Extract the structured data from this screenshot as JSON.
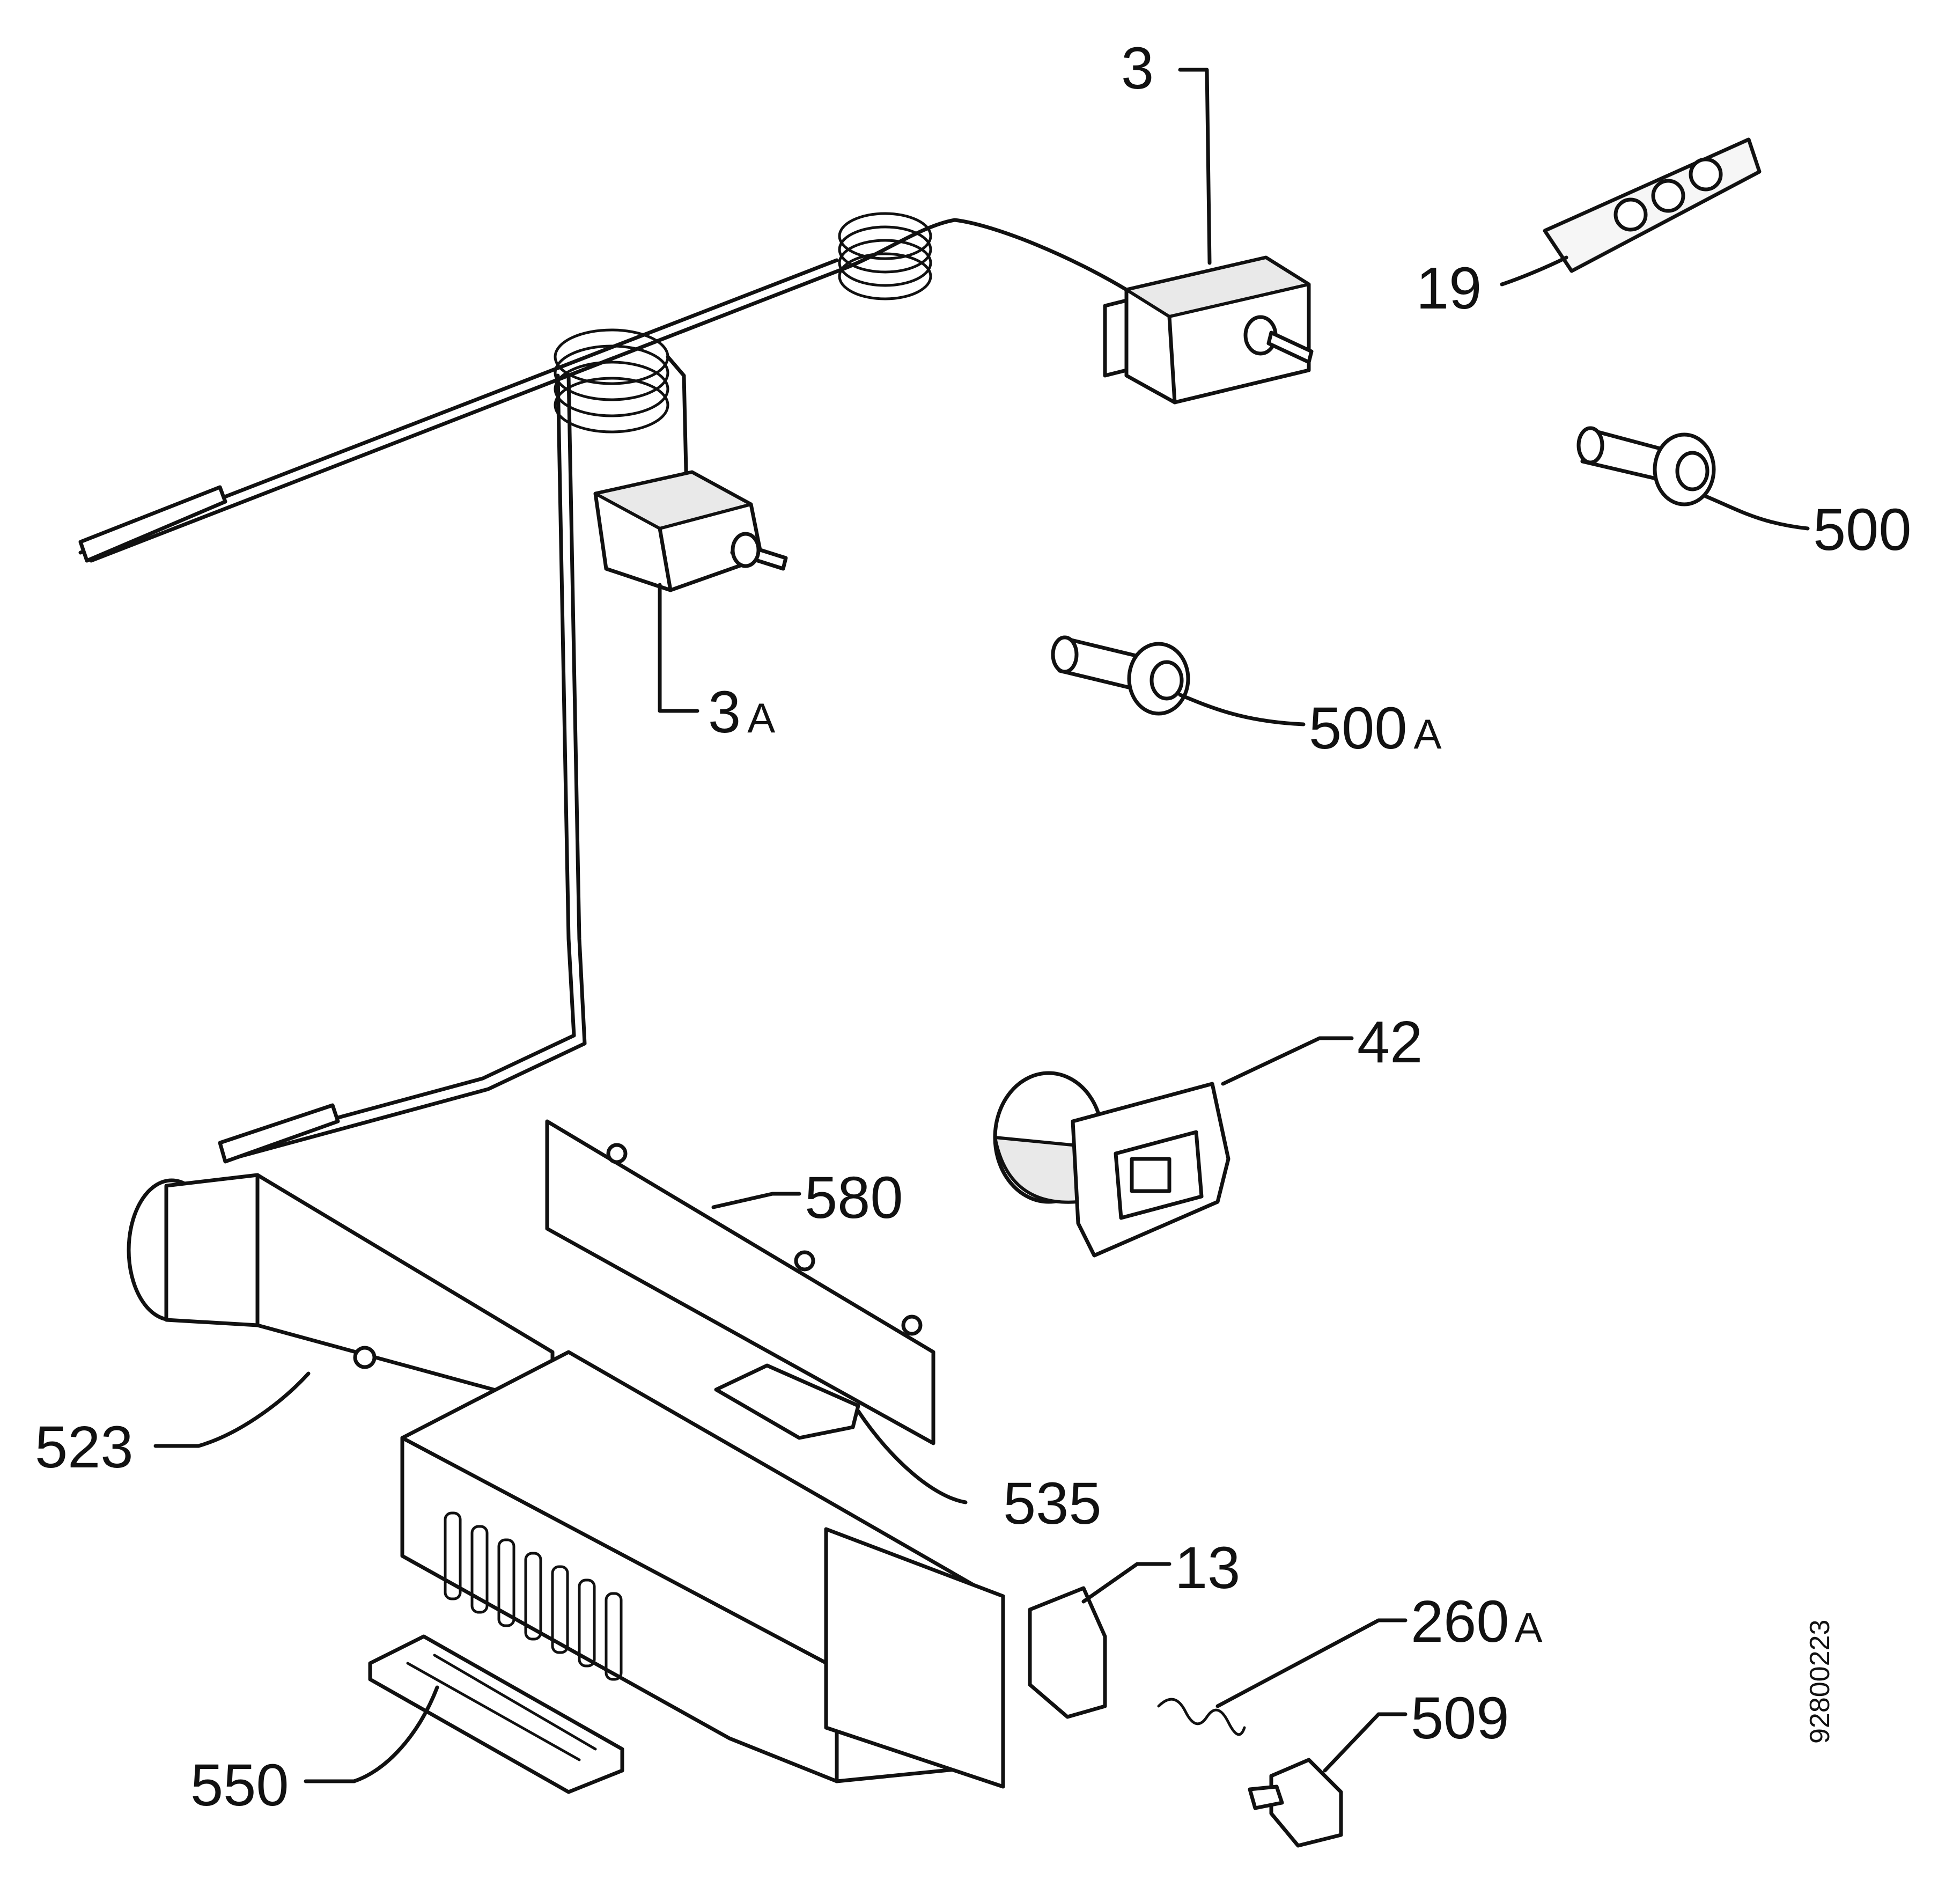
{
  "callouts": [
    {
      "id": "3",
      "text": "3",
      "suffix": ""
    },
    {
      "id": "19",
      "text": "19",
      "suffix": ""
    },
    {
      "id": "500",
      "text": "500",
      "suffix": ""
    },
    {
      "id": "3a",
      "text": "3",
      "suffix": "A"
    },
    {
      "id": "500a",
      "text": "500",
      "suffix": "A"
    },
    {
      "id": "42",
      "text": "42",
      "suffix": ""
    },
    {
      "id": "580",
      "text": "580",
      "suffix": ""
    },
    {
      "id": "523",
      "text": "523",
      "suffix": ""
    },
    {
      "id": "535",
      "text": "535",
      "suffix": ""
    },
    {
      "id": "13",
      "text": "13",
      "suffix": ""
    },
    {
      "id": "260a",
      "text": "260",
      "suffix": "A"
    },
    {
      "id": "509",
      "text": "509",
      "suffix": ""
    },
    {
      "id": "550",
      "text": "550",
      "suffix": ""
    }
  ],
  "drawing_code": "92800223"
}
